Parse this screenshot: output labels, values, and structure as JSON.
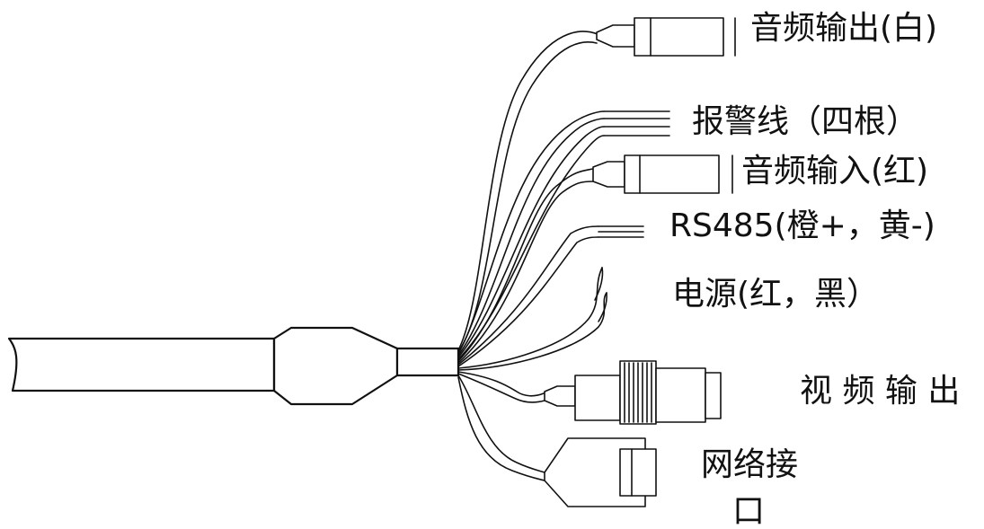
{
  "labels": {
    "audio_out": "音频输出(白)",
    "alarm": "报警线（四根）",
    "audio_in": "音频输入(红)",
    "rs485": "RS485(橙+，黄-)",
    "power": "电源(红，黑）",
    "video_out": "视 频 输 出",
    "network_line1": "网络接",
    "network_line2": "口"
  }
}
